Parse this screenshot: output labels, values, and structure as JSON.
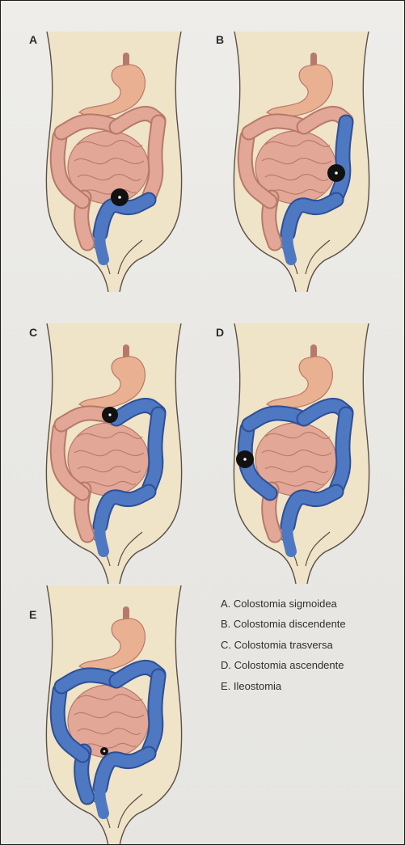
{
  "panels": [
    {
      "label": "A",
      "colored": [
        "sigmoid"
      ],
      "stoma": "sigmoid"
    },
    {
      "label": "B",
      "colored": [
        "sigmoid",
        "descending"
      ],
      "stoma": "descending"
    },
    {
      "label": "C",
      "colored": [
        "sigmoid",
        "descending",
        "transverse_left"
      ],
      "stoma": "transverse"
    },
    {
      "label": "D",
      "colored": [
        "sigmoid",
        "descending",
        "transverse_left",
        "transverse_right",
        "ascending"
      ],
      "stoma": "ascending"
    },
    {
      "label": "E",
      "colored": [
        "sigmoid",
        "descending",
        "transverse_left",
        "transverse_right",
        "ascending",
        "cecum"
      ],
      "stoma": "ileum"
    }
  ],
  "legend": [
    "A. Colostomia sigmoidea",
    "B. Colostomia discendente",
    "C. Colostomia trasversa",
    "D. Colostomia ascendente",
    "E. Ileostomia"
  ],
  "colors": {
    "background": "#e8e7e3",
    "body": "#efe3c8",
    "body_outline": "#5a5048",
    "organ_pink": "#e2a796",
    "organ_pink_dark": "#b7796a",
    "stomach": "#e9b092",
    "colon_blue": "#4f78c2",
    "colon_blue_dark": "#2d4f95",
    "stoma": "#111111"
  }
}
